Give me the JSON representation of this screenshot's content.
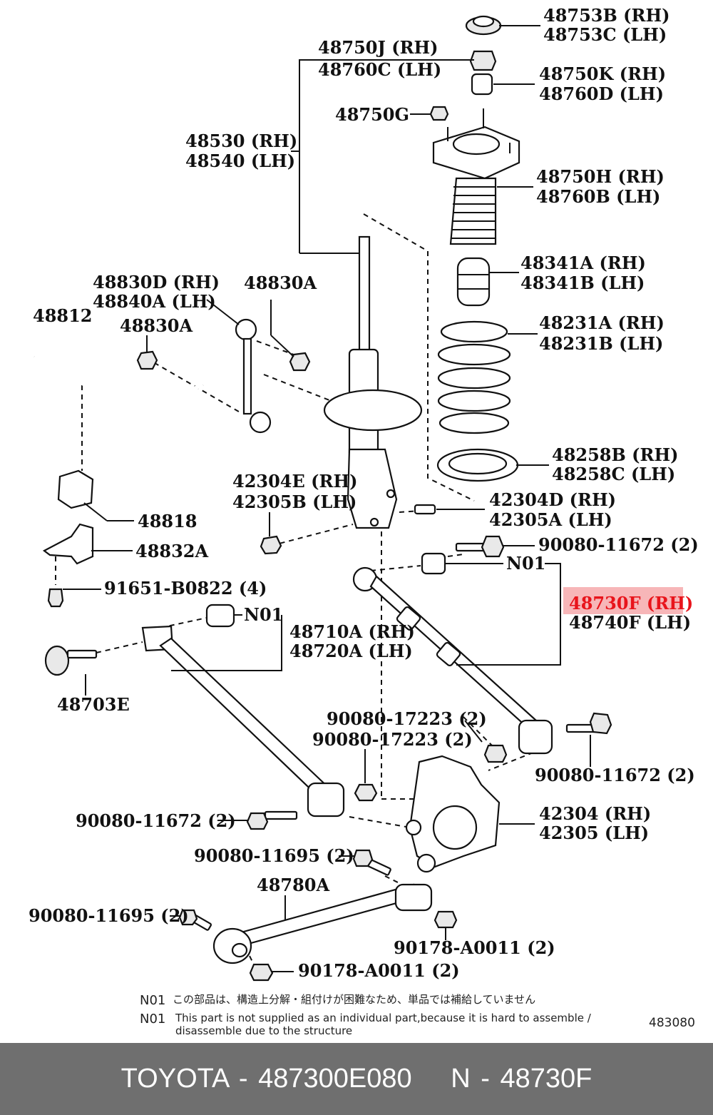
{
  "labels": {
    "l48753b": "48753B (RH)",
    "l48753c": "48753C (LH)",
    "l48750j": "48750J (RH)",
    "l48760c": "48760C (LH)",
    "l48750k": "48750K (RH)",
    "l48760d": "48760D (LH)",
    "l48750g": "48750G",
    "l48530": "48530 (RH)",
    "l48540": "48540 (LH)",
    "l48750h": "48750H (RH)",
    "l48760b": "48760B (LH)",
    "l48341a": "48341A (RH)",
    "l48341b": "48341B (LH)",
    "l48830d": "48830D (RH)",
    "l48840a": "48840A (LH)",
    "l48830a_top": "48830A",
    "l48812": "48812",
    "l48830a_left": "48830A",
    "l48231a": "48231A (RH)",
    "l48231b": "48231B (LH)",
    "l48258b": "48258B (RH)",
    "l48258c": "48258C (LH)",
    "l42304e": "42304E (RH)",
    "l42305b": "42305B (LH)",
    "l42304d": "42304D (RH)",
    "l42305a": "42305A (LH)",
    "l48818": "48818",
    "l48832a": "48832A",
    "l90080_11672_top": "90080-11672 (2)",
    "l91651": "91651-B0822 (4)",
    "l_n01_right": "N01",
    "l48730f": "48730F (RH)",
    "l48740f": "48740F (LH)",
    "l_n01_left": "N01",
    "l48710a": "48710A (RH)",
    "l48720a": "48720A (LH)",
    "l48703e": "48703E",
    "l90080_17223_a": "90080-17223 (2)",
    "l90080_17223_b": "90080-17223 (2)",
    "l90080_11672_right": "90080-11672 (2)",
    "l90080_11672_left": "90080-11672 (2)",
    "l42304": "42304 (RH)",
    "l42305": "42305 (LH)",
    "l90080_11695_a": "90080-11695 (2)",
    "l48780a": "48780A",
    "l90080_11695_b": "90080-11695 (2)",
    "l90178_a": "90178-A0011 (2)",
    "l90178_b": "90178-A0011 (2)"
  },
  "notes": {
    "n1_id": "N01",
    "n1_text": "この部品は、構造上分解・組付けが困難なため、単品では補給していません",
    "n2_id": "N01",
    "n2_text_line1": "This part is not supplied as an individual part,because it is hard to assemble /",
    "n2_text_line2": "disassemble due to the structure"
  },
  "diagram_ref": "483080",
  "highlight_color": "#e8141b",
  "footer": {
    "brand": "TOYOTA",
    "sep1": "-",
    "part_number": "487300E080",
    "prefix": "N",
    "sep2": "-",
    "short_number": "48730F"
  }
}
